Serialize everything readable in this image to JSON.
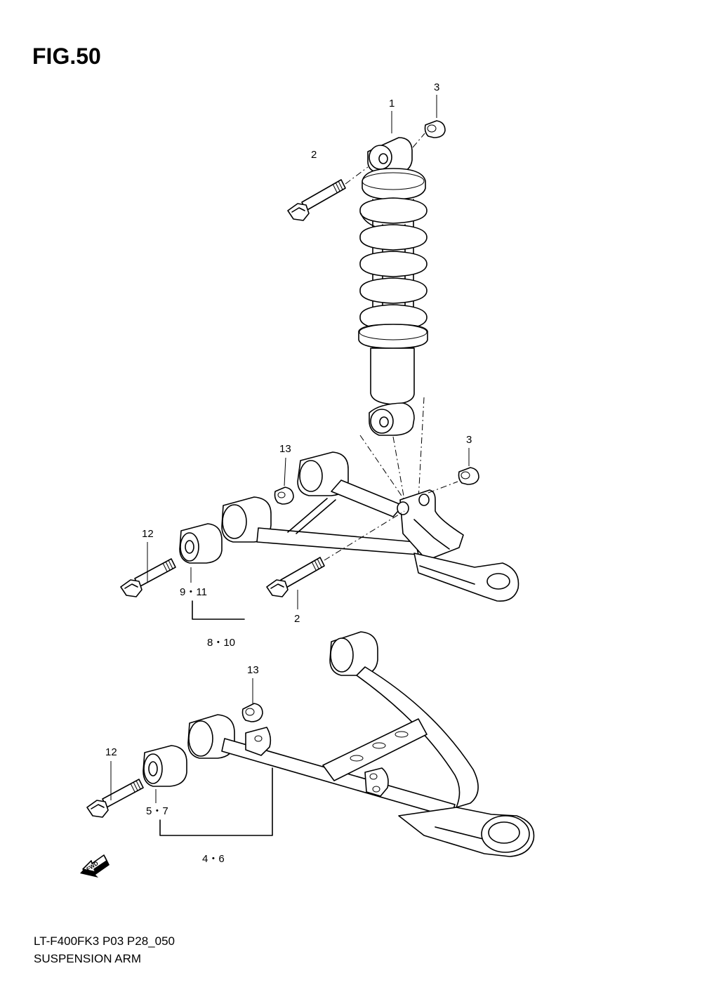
{
  "figure": {
    "title": "FIG.50",
    "model_code": "LT-F400FK3 P03 P28_050",
    "section_name": "SUSPENSION ARM"
  },
  "callouts": {
    "shock_absorber": "1",
    "shock_upper_bolt": "2",
    "shock_upper_nut": "3",
    "shock_lower_nut": "3",
    "shock_lower_bolt": "2",
    "upper_arm_washer": "13",
    "upper_arm_bolt": "12",
    "upper_arm_bushing": "9・11",
    "upper_arm_assy": "8・10",
    "lower_arm_washer": "13",
    "lower_arm_bolt": "12",
    "lower_arm_bushing": "5・7",
    "lower_arm_assy": "4・6"
  },
  "direction_marker": "FWD",
  "colors": {
    "line": "#000000",
    "background": "#ffffff"
  },
  "icons": {
    "direction_marker": "forward-arrow-icon"
  }
}
